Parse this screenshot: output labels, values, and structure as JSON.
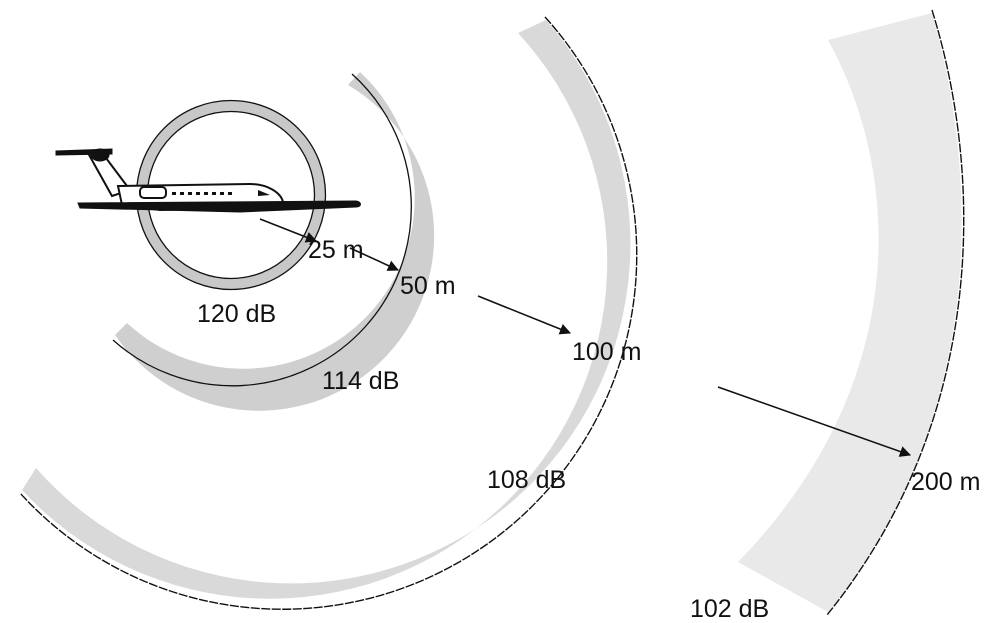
{
  "diagram": {
    "distances": [
      {
        "label": "25 m",
        "level": "120 dB"
      },
      {
        "label": "50 m",
        "level": "114 dB"
      },
      {
        "label": "100 m",
        "level": "108 dB"
      },
      {
        "label": "200 m",
        "level": "102 dB"
      }
    ]
  }
}
